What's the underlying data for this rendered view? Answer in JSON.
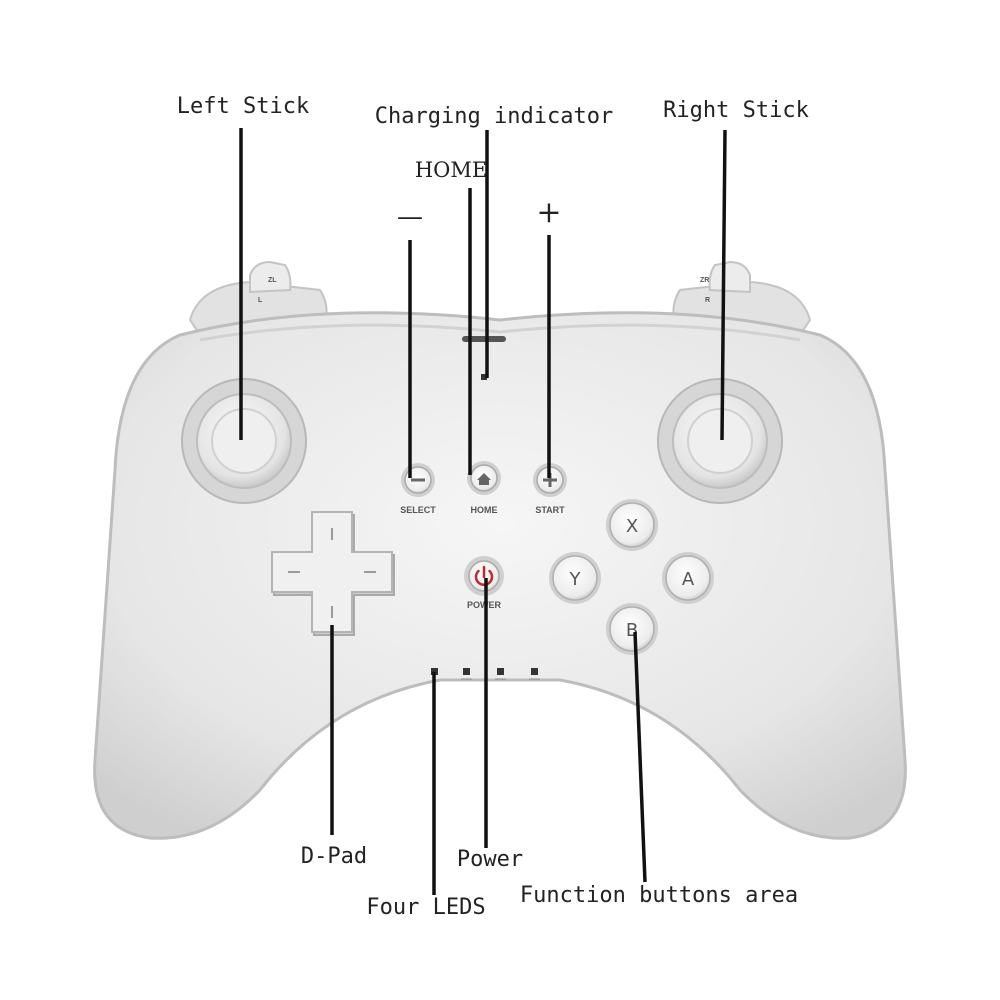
{
  "callouts": {
    "left_stick": "Left Stick",
    "charging_indicator": "Charging indicator",
    "right_stick": "Right Stick",
    "home": "HOME",
    "minus": "—",
    "plus": "+",
    "dpad": "D-Pad",
    "power": "Power",
    "four_leds": "Four LEDS",
    "function_buttons": "Function buttons area"
  },
  "controller": {
    "select_label": "SELECT",
    "home_label": "HOME",
    "start_label": "START",
    "power_label": "POWER",
    "x_button": "X",
    "y_button": "Y",
    "a_button": "A",
    "b_button": "B",
    "zl_label": "ZL",
    "zr_label": "ZR",
    "l_label": "L",
    "r_label": "R",
    "led_count": 4
  },
  "colors": {
    "body": "#e9e9e9",
    "body_shadow": "#c8c8c8",
    "power_red": "#c0282d",
    "leader_line": "#111111"
  }
}
